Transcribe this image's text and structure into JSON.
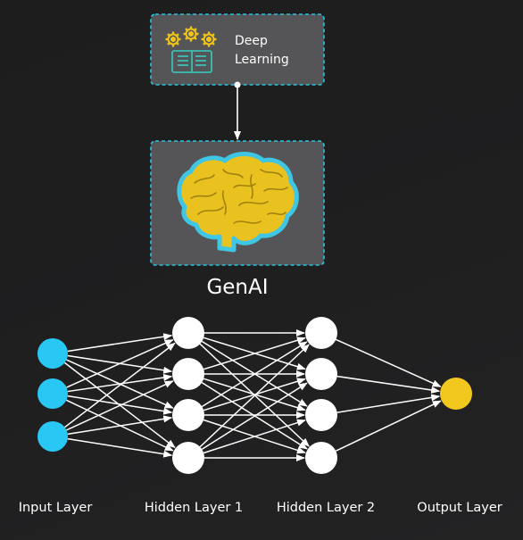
{
  "deep_learning_box": {
    "line1": "Deep",
    "line2": "Learning",
    "icon_names": [
      "gears-icon",
      "book-icon"
    ]
  },
  "genai_box": {
    "icon_name": "brain-icon",
    "label": "GenAI"
  },
  "network": {
    "layers": [
      {
        "label": "Input Layer",
        "nodes": 3,
        "color": "#29c8f4"
      },
      {
        "label": "Hidden Layer 1",
        "nodes": 4,
        "color": "#ffffff"
      },
      {
        "label": "Hidden Layer 2",
        "nodes": 4,
        "color": "#ffffff"
      },
      {
        "label": "Output Layer",
        "nodes": 1,
        "color": "#f2c81e"
      }
    ],
    "connections": "fully-connected"
  },
  "colors": {
    "background": "#1e1e1f",
    "box_fill": "#555557",
    "box_border": "#28c3df",
    "arrow": "#ffffff",
    "brain_fill": "#e9c21f",
    "brain_outline": "#3ec6e4"
  }
}
